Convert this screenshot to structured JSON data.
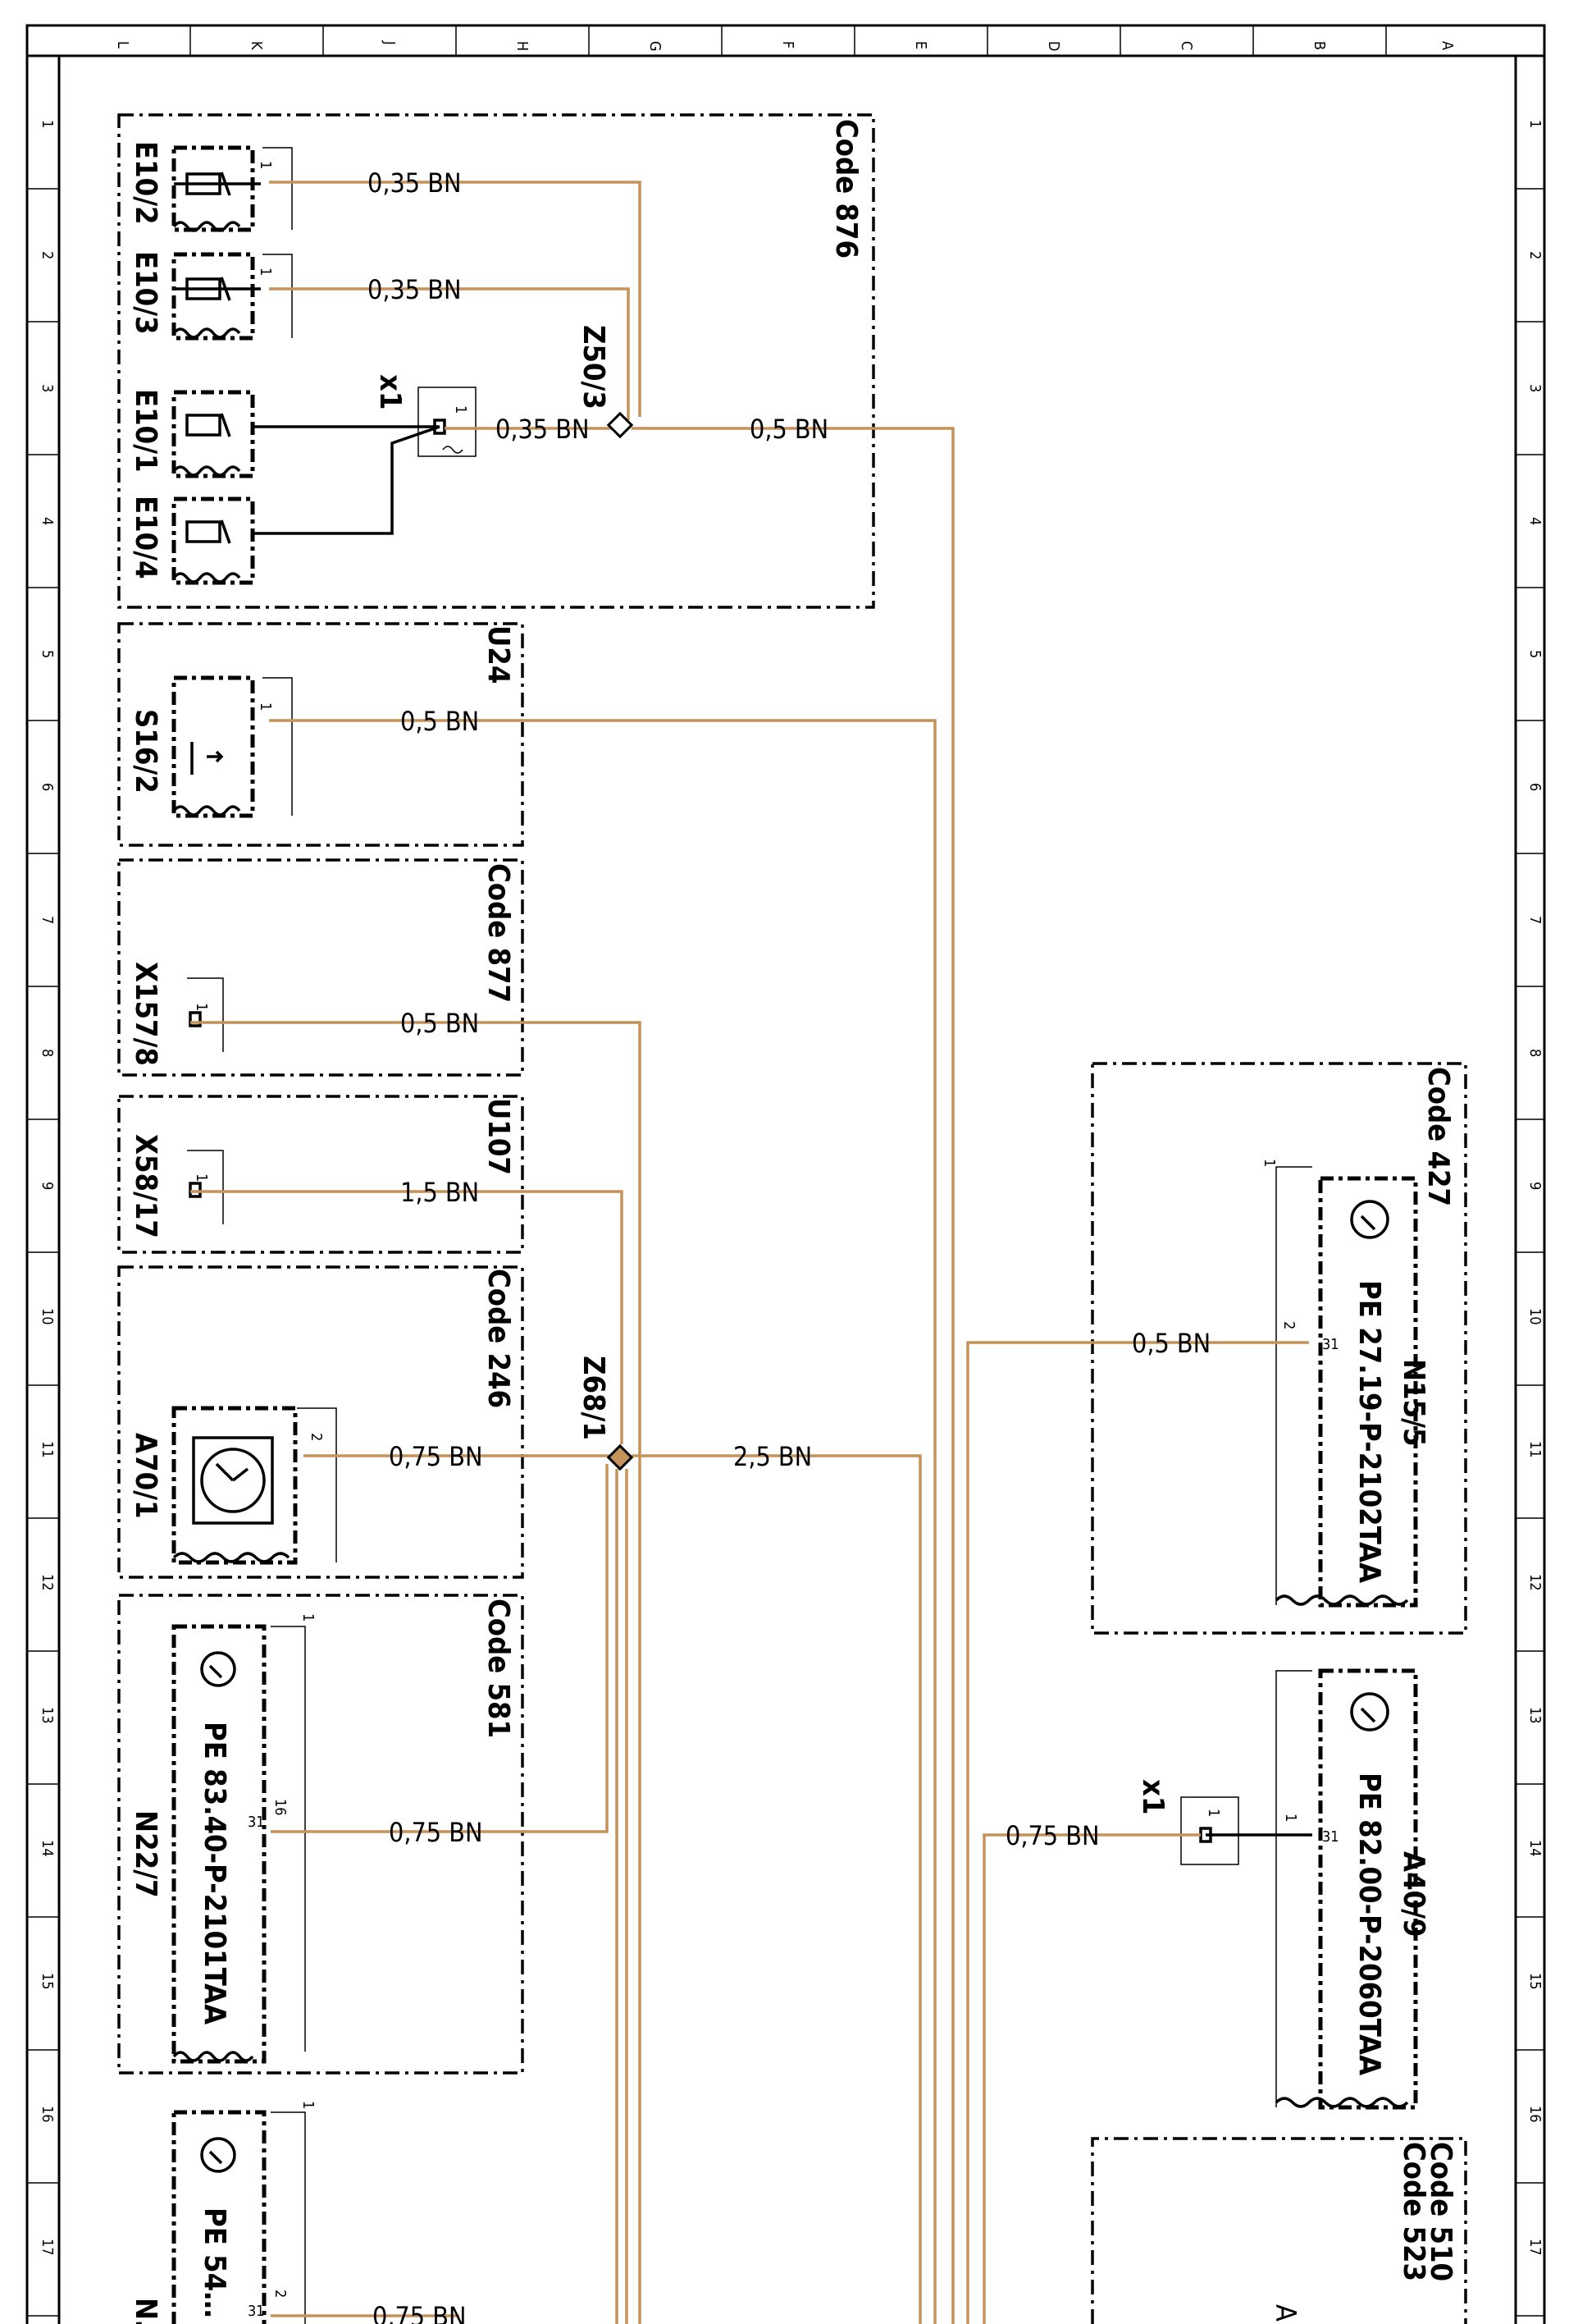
{
  "grid": {
    "columns": [
      "L",
      "K",
      "J",
      "H",
      "G",
      "F",
      "E",
      "D",
      "C",
      "B",
      "A"
    ],
    "rows": [
      "1",
      "2",
      "3",
      "4",
      "5",
      "6",
      "7",
      "8",
      "9",
      "10",
      "11",
      "12",
      "13",
      "14",
      "15",
      "16",
      "17"
    ]
  },
  "boxes": [
    {
      "label": "Code 876"
    },
    {
      "label": "U24"
    },
    {
      "label": "Code 877"
    },
    {
      "label": "U107"
    },
    {
      "label": "Code 246"
    },
    {
      "label": "Code 581"
    },
    {
      "label": "Code 427"
    },
    {
      "label": "Code 510"
    },
    {
      "label": "Code 523"
    }
  ],
  "components": [
    {
      "id": "E10/2"
    },
    {
      "id": "E10/3"
    },
    {
      "id": "E10/1"
    },
    {
      "id": "E10/4"
    },
    {
      "id": "S16/2"
    },
    {
      "id": "X157/8"
    },
    {
      "id": "X58/17"
    },
    {
      "id": "A70/1"
    },
    {
      "id": "N22/7",
      "ref": "PE 83.40-P-2101TAA"
    },
    {
      "id": "N15/5",
      "ref": "PE 27.19-P-2102TAA"
    },
    {
      "id": "A40/9",
      "ref": "PE 82.00-P-2060TAA"
    },
    {
      "id": "N…",
      "ref": "PE 54…"
    }
  ],
  "nodes": [
    "Z50/3",
    "Z68/1"
  ],
  "connector_labels": [
    "x1",
    "x1"
  ],
  "pins": [
    "1",
    "1",
    "1",
    "1",
    "1",
    "1",
    "1",
    "2",
    "1",
    "16",
    "31",
    "2",
    "31",
    "1",
    "31",
    "1",
    "2",
    "31",
    "1"
  ],
  "wires": [
    "0,35 BN",
    "0,35 BN",
    "0,35 BN",
    "0,5 BN",
    "0,5 BN",
    "0,5 BN",
    "1,5 BN",
    "0,75 BN",
    "2,5 BN",
    "0,75 BN",
    "0,5 BN",
    "0,75 BN",
    "0,75 BN"
  ],
  "fragments": [
    "A"
  ],
  "colors": {
    "wire_brown": "#c4925a",
    "ink": "#000000"
  }
}
